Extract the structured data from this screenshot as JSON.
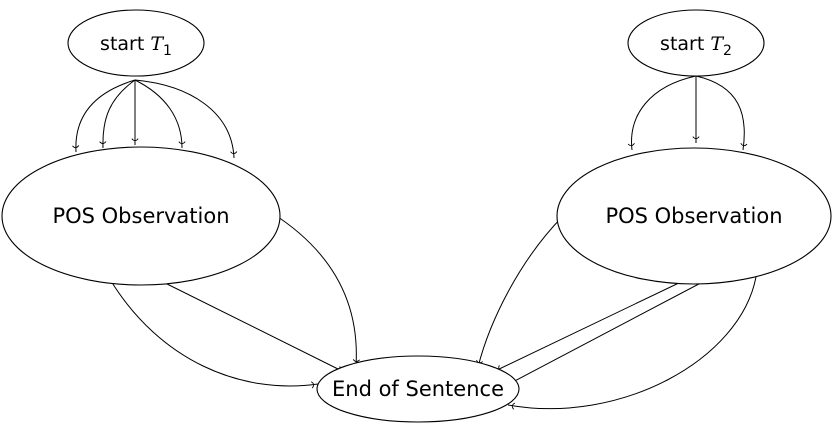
{
  "diagram": {
    "nodes": {
      "start1": {
        "text": "start ",
        "var": "T",
        "sub": "1"
      },
      "start2": {
        "text": "start ",
        "var": "T",
        "sub": "2"
      },
      "pos1": {
        "label": "POS Observation"
      },
      "pos2": {
        "label": "POS Observation"
      },
      "end": {
        "label": "End of Sentence"
      }
    }
  }
}
